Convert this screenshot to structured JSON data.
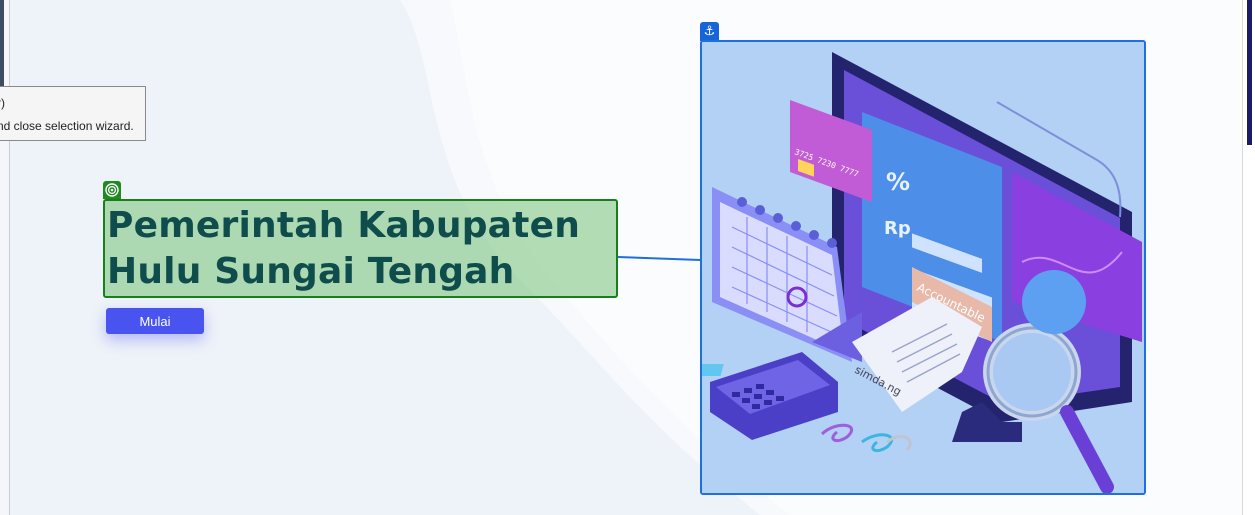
{
  "tooltip": {
    "line1": "r)",
    "line2": "nd close selection wizard."
  },
  "title": {
    "text": "Pemerintah Kabupaten Hulu Sungai Tengah",
    "badge_icon": "target-icon",
    "color": "#0f4c4c"
  },
  "start_button": {
    "label": "Mulai",
    "color": "#4853f0"
  },
  "image": {
    "anchor_icon": "anchor-icon",
    "card_number": "3725 7230 7777",
    "label_sign": "Accountable",
    "receipt_text": "simda.ng",
    "percent_text": "%",
    "rp_text": "Rp"
  },
  "colors": {
    "anchor_blue": "#1565d8",
    "title_green": "#1a7f1a"
  }
}
